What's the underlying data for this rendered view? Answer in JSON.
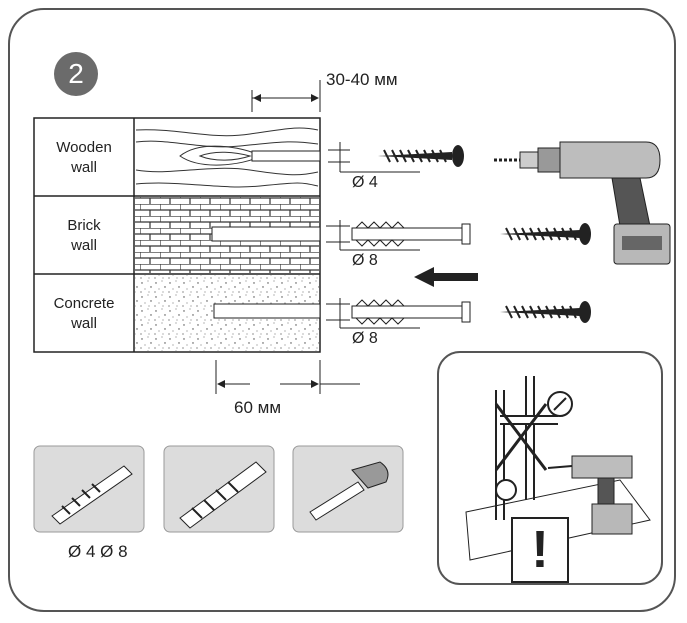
{
  "step": {
    "number": "2"
  },
  "walls": [
    {
      "line1": "Wooden",
      "line2": "wall"
    },
    {
      "line1": "Brick",
      "line2": "wall"
    },
    {
      "line1": "Concrete",
      "line2": "wall"
    }
  ],
  "dimensions": {
    "depth": "30-40 мм",
    "hole_depth": "60 мм",
    "diam_wood": "Ø 4",
    "diam_brick": "Ø 8",
    "diam_concrete": "Ø 8"
  },
  "tools": {
    "drill_bit_sizes": "Ø 4 Ø 8"
  },
  "warning": {
    "symbol": "!"
  },
  "colors": {
    "outline": "#555555",
    "badge": "#6b6b6b",
    "tool_bg": "#dcdcdc"
  }
}
